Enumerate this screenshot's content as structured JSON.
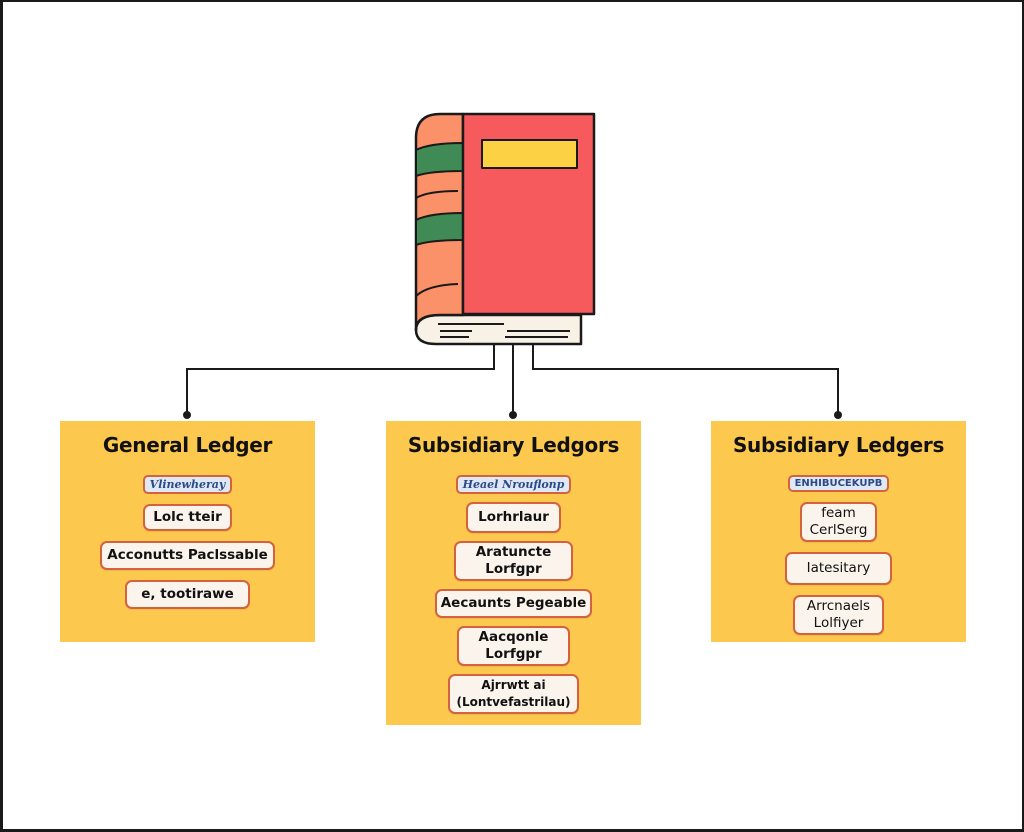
{
  "colors": {
    "background": "#ffffff",
    "card": "#fdc84e",
    "book_cover": "#f75a5c",
    "book_spine": "#fb9168",
    "book_bands": "#3f8a55",
    "book_label": "#fcd144",
    "book_pages": "#f7f1e6",
    "outline": "#1a1a1a",
    "pill_border": "#d3623f",
    "pill_fill": "#fbf4ec",
    "tag_fill": "#dfe8f3",
    "tag_text": "#2b4a8a"
  },
  "root": {
    "icon": "ledger-book-icon"
  },
  "cards": [
    {
      "title": "General Ledger",
      "tag": "Vlinewheray",
      "items": [
        "Lolc tteir",
        "Acconutts Paclssable",
        "e, tootirawe"
      ]
    },
    {
      "title": "Subsidiary Ledgors",
      "tag": "Heael Nrouflonp",
      "items": [
        "Lorhrlaur",
        "Aratuncte\nLorfgpr",
        "Aecaunts Pegeable",
        "Aacqonle\nLorfgpr",
        "Ajrrwtt ai\n(Lontvefastrilau)"
      ]
    },
    {
      "title": "Subsidiary Ledgers",
      "tag": "ENHIBUCEKUPB",
      "items": [
        "feam\nCerlSerg",
        "Iatesitary",
        "Arrcnaels\nLolfiyer"
      ]
    }
  ]
}
